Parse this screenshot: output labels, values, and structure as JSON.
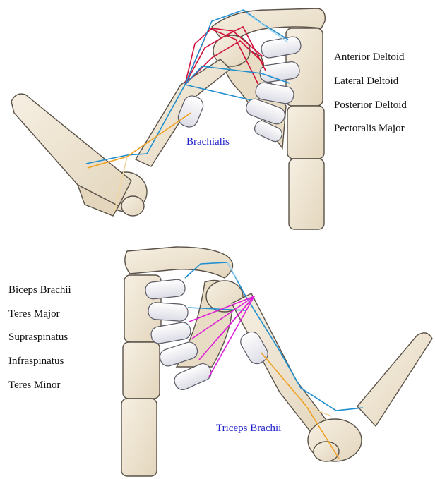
{
  "diagram": {
    "top_panel": {
      "legend": [
        "Anterior Deltoid",
        "Lateral Deltoid",
        "Posterior Deltoid",
        "Pectoralis Major"
      ],
      "callout": "Brachialis"
    },
    "bottom_panel": {
      "legend": [
        "Biceps Brachii",
        "Teres Major",
        "Supraspinatus",
        "Infraspinatus",
        "Teres Minor"
      ],
      "callout": "Triceps Brachii"
    },
    "colors": {
      "bone_fill": "#efe6d4",
      "bone_stroke": "#5a5248",
      "capsule_fill": "#f4f4f8",
      "deltoid": "#d0103a",
      "pectoralis": "#1f8fd0",
      "brachialis": "#f0a020",
      "rotator": "#e020d8",
      "callout_text": "#2222cc"
    }
  }
}
